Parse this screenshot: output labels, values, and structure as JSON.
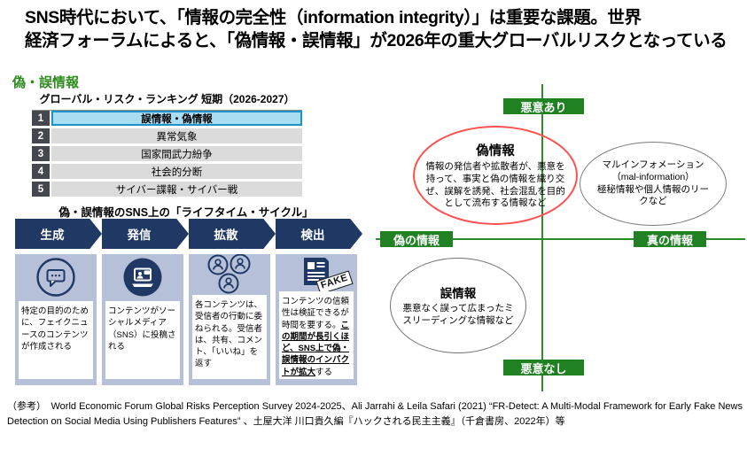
{
  "header": {
    "line1": "SNS時代において、「情報の完全性（information integrity）」は重要な課題。世界",
    "line2": "経済フォーラムによると、「偽情報・誤情報」が2026年の重大グローバルリスクとなっている"
  },
  "section_label": "偽・誤情報",
  "ranking": {
    "title": "グローバル・リスク・ランキング 短期（2026-2027）",
    "rows": [
      {
        "rank": "1",
        "label": "誤情報・偽情報",
        "highlighted": true
      },
      {
        "rank": "2",
        "label": "異常気象",
        "highlighted": false
      },
      {
        "rank": "3",
        "label": "国家間武力紛争",
        "highlighted": false
      },
      {
        "rank": "4",
        "label": "社会的分断",
        "highlighted": false
      },
      {
        "rank": "5",
        "label": "サイバー諜報・サイバー戦",
        "highlighted": false
      }
    ]
  },
  "lifecycle": {
    "title": "偽・誤情報のSNS上の「ライフタイム・サイクル」",
    "stages": [
      {
        "label": "生成",
        "icon": "speech-bubble-icon",
        "description": "特定の目的のために、フェイクニュースのコンテンツが作成される"
      },
      {
        "label": "発信",
        "icon": "laptop-broadcast-icon",
        "description": "コンテンツがソーシャルメディア（SNS）に投稿される"
      },
      {
        "label": "拡散",
        "icon": "people-icon",
        "description": "各コンテンツは、受信者の行動に委ねられる。受信者は、共有、コメント、「いいね」を返す"
      },
      {
        "label": "検出",
        "icon": "fake-news-icon",
        "fake_label": "FAKE",
        "description_normal": "コンテンツの信頼性は検証できるが時間を要する。",
        "description_emphasis": "この期間が長引くほど、SNS上で偽・誤情報のインパクトが拡大",
        "description_tail": "する"
      }
    ]
  },
  "quadrant": {
    "axis_top": "悪意あり",
    "axis_bottom": "悪意なし",
    "axis_left": "偽の情報",
    "axis_right": "真の情報",
    "disinformation": {
      "title": "偽情報",
      "body": "情報の発信者や拡散者が、悪意を持って、事実と偽の情報を織り交ぜ、誤解を誘発、社会混乱を目的として流布する情報など"
    },
    "malinformation": {
      "line1": "マルインフォメーション",
      "line2": "（mal-information）",
      "body": "極秘情報や個人情報のリークなど"
    },
    "misinformation": {
      "title": "誤情報",
      "body": "悪意なく誤って広まったミスリーディングな情報など"
    }
  },
  "footer": "（参考）　World Economic Forum Global Risks Perception Survey 2024-2025、Ali Jarrahi & Leila Safari (2021) “FR-Detect: A Multi-Modal Framework for Early Fake News Detection on Social Media Using Publishers Features” 、土屋大洋 川口貴久編『ハックされる民主主義』（千倉書房、2022年）等",
  "colors": {
    "accent_navy": "#1f3864",
    "stage_panel_blue": "#b6c0d8",
    "rank_number_bg": "#45474f",
    "rank_row_bg": "#dbdbdb",
    "rank_highlight_bg": "#a9def2",
    "rank_highlight_border": "#1d93c8",
    "heading_green": "#2e8b1e",
    "axis_green": "#2c8c2c",
    "label_green": "#1f8122",
    "disinfo_red": "#ff5050",
    "ellipse_gray": "#7a7a7a"
  }
}
